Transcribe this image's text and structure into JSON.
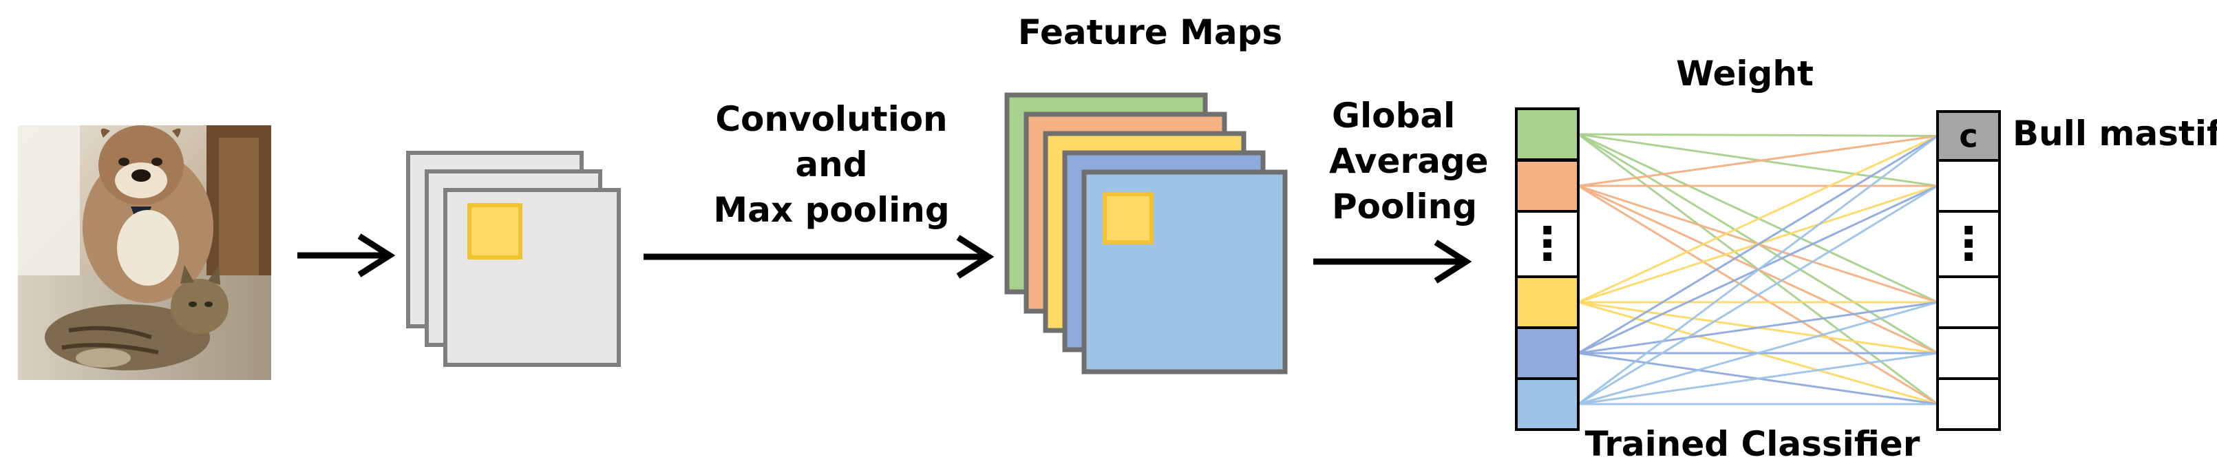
{
  "labels": {
    "feature_maps": "Feature Maps",
    "convolution_line1": "Convolution",
    "convolution_line2": "and",
    "convolution_line3": "Max pooling",
    "gap_line1": "Global",
    "gap_line2": "Average",
    "gap_line3": "Pooling",
    "weight": "Weight",
    "trained_classifier": "Trained Classifier",
    "class_marker": "c",
    "class_name": "Bull mastiff",
    "ellipsis": "⋮"
  },
  "input_image": {
    "subjects": [
      "bulldog",
      "tabby cat"
    ]
  },
  "feature_map_colors": [
    "#a8d18d",
    "#f4b183",
    "#ffd966",
    "#8faadc",
    "#9dc3e6"
  ],
  "gap_cells": [
    {
      "kind": "color",
      "color": "#a8d18d"
    },
    {
      "kind": "color",
      "color": "#f4b183"
    },
    {
      "kind": "ellipsis"
    },
    {
      "kind": "color",
      "color": "#ffd966"
    },
    {
      "kind": "color",
      "color": "#8faadc"
    },
    {
      "kind": "color",
      "color": "#9dc3e6"
    }
  ],
  "classifier_cells": [
    {
      "kind": "class",
      "color": "#a6a6a6"
    },
    {
      "kind": "empty"
    },
    {
      "kind": "ellipsis"
    },
    {
      "kind": "empty"
    },
    {
      "kind": "empty"
    },
    {
      "kind": "empty"
    }
  ],
  "weight_line_colors": [
    "#a8d18d",
    "#f4b183",
    "#ffd966",
    "#8faadc",
    "#9dc3e6"
  ],
  "highlight_color": "#ffd966"
}
